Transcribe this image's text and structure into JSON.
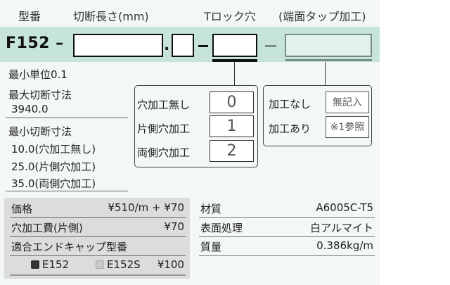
{
  "header": {
    "col_model": "型番",
    "col_length": "切断長さ(mm)",
    "col_tlock": "Tロック穴",
    "col_tap": "(端面タップ加工)"
  },
  "input_row": {
    "model_prefix": "F152 –",
    "length_value": "",
    "decimal_point": ".",
    "decimal_value": "",
    "tlock_value": "",
    "tap_value": "",
    "tap_enabled": false
  },
  "limits": {
    "min_unit": "最小単位0.1",
    "max_cut_label": "最大切断寸法",
    "max_cut_value": "3940.0",
    "min_cut_label": "最小切断寸法",
    "min_cut_values": [
      "10.0(穴加工無し)",
      "25.0(片側穴加工)",
      "35.0(両側穴加工)"
    ]
  },
  "tlock_options": [
    {
      "label": "穴加工無し",
      "code": "0"
    },
    {
      "label": "片側穴加工",
      "code": "1"
    },
    {
      "label": "両側穴加工",
      "code": "2"
    }
  ],
  "tap_options": [
    {
      "label": "加工なし",
      "code": "無記入"
    },
    {
      "label": "加工あり",
      "code": "※1参照"
    }
  ],
  "pricing": {
    "price_label": "価格",
    "price_value": "¥510/m + ¥70",
    "hole_fee_label": "穴加工費(片側)",
    "hole_fee_value": "¥70",
    "endcap_label": "適合エンドキャップ型番",
    "endcap_items": [
      {
        "name": "E152",
        "color": "#333333"
      },
      {
        "name": "E152S",
        "color": "#c8c8c8"
      }
    ],
    "endcap_price": "¥100"
  },
  "specs": [
    {
      "label": "材質",
      "value": "A6005C-T5"
    },
    {
      "label": "表面処理",
      "value": "白アルマイト"
    },
    {
      "label": "質量",
      "value": "0.386kg/m"
    }
  ],
  "colors": {
    "band": "#c6e4dc",
    "panel": "#f3f8f5",
    "disabled_border": "#7a8a86"
  }
}
